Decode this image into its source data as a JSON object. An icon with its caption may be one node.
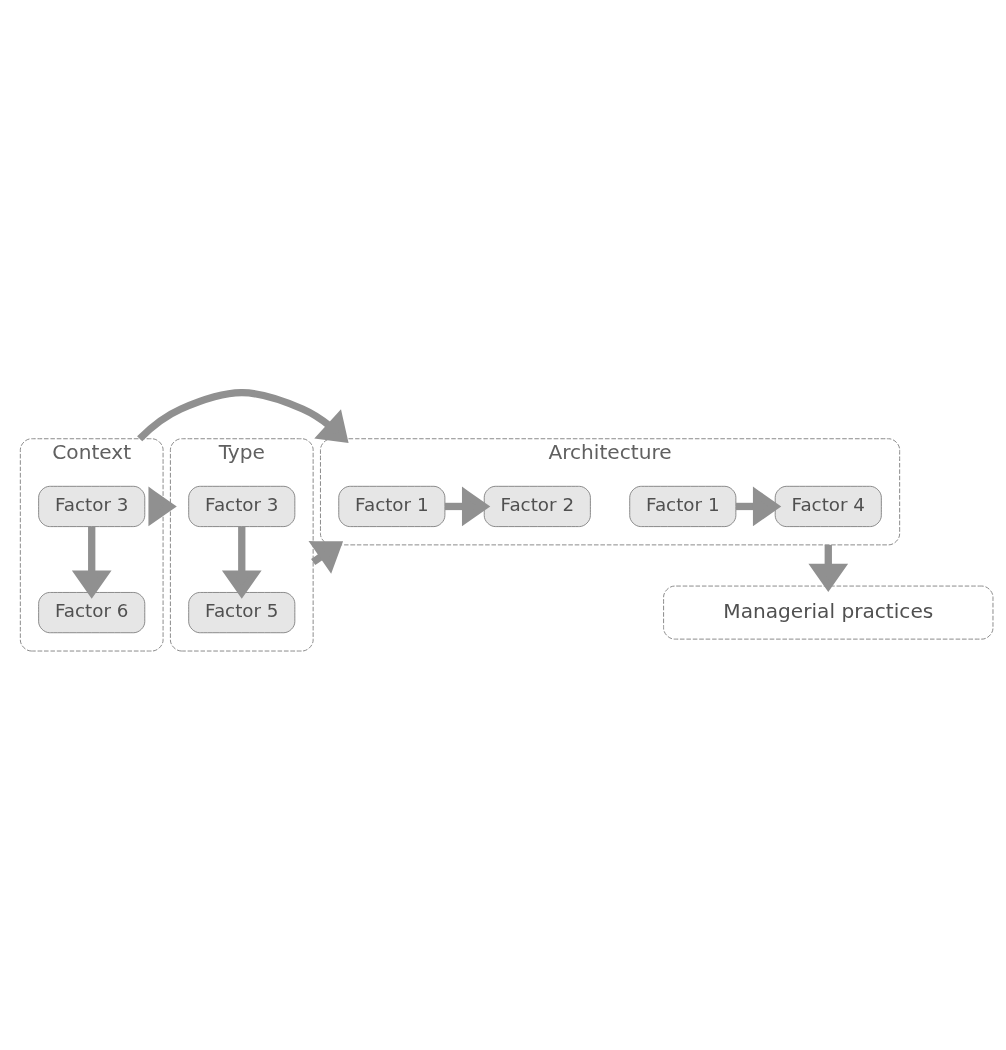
{
  "diagram": {
    "nodes": [
      {
        "text": [
          "Context"
        ]
      },
      {
        "text": [
          "Factor 3"
        ],
        "in": 0
      },
      {
        "text": [
          "Factor 6"
        ],
        "in": 0
      },
      {
        "text": [
          "Type"
        ]
      },
      {
        "text": [
          "Factor 3"
        ],
        "in": 3
      },
      {
        "text": [
          "Factor 5"
        ],
        "in": 3
      },
      {
        "text": [
          "Architecture"
        ]
      },
      {
        "text": [
          "Factor 1"
        ],
        "in": 6
      },
      {
        "text": [
          "Factor 2"
        ],
        "in": 6
      },
      {
        "text": [
          "Factor 1"
        ],
        "in": 6
      },
      {
        "text": [
          "Factor 4"
        ],
        "in": 6
      },
      {
        "text": [
          "Managerial practices"
        ]
      }
    ],
    "edges": [
      {
        "from": 0,
        "to": 3,
        "arrow": "to"
      },
      {
        "from": 1,
        "to": 2,
        "arrow": "to"
      },
      {
        "from": 4,
        "to": 5,
        "arrow": "to"
      },
      {
        "from": 0,
        "to": 6,
        "arrow": "to"
      },
      {
        "from": 3,
        "to": 6,
        "arrow": "to"
      },
      {
        "from": 7,
        "to": 8,
        "arrow": "to"
      },
      {
        "from": 9,
        "to": 10,
        "arrow": "to"
      },
      {
        "from": 6,
        "to": 11,
        "arrow": "to"
      }
    ]
  }
}
